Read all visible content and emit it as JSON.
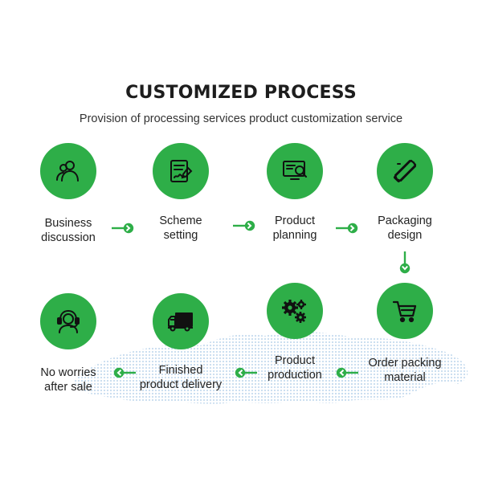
{
  "header": {
    "title": "CUSTOMIZED PROCESS",
    "subtitle": "Provision of processing services product customization service"
  },
  "colors": {
    "accent": "#2eae48",
    "map": "#cfe3f3"
  },
  "steps": [
    {
      "label": "Business\ndiscussion",
      "icon": "people-icon"
    },
    {
      "label": "Scheme\nsetting",
      "icon": "document-sign-icon"
    },
    {
      "label": "Product\nplanning",
      "icon": "monitor-search-icon"
    },
    {
      "label": "Packaging\ndesign",
      "icon": "ruler-pencil-icon"
    },
    {
      "label": "Order packing\nmaterial",
      "icon": "cart-icon"
    },
    {
      "label": "Product\nproduction",
      "icon": "gears-icon"
    },
    {
      "label": "Finished\nproduct delivery",
      "icon": "truck-icon"
    },
    {
      "label": "No worries\nafter sale",
      "icon": "headset-icon"
    }
  ]
}
